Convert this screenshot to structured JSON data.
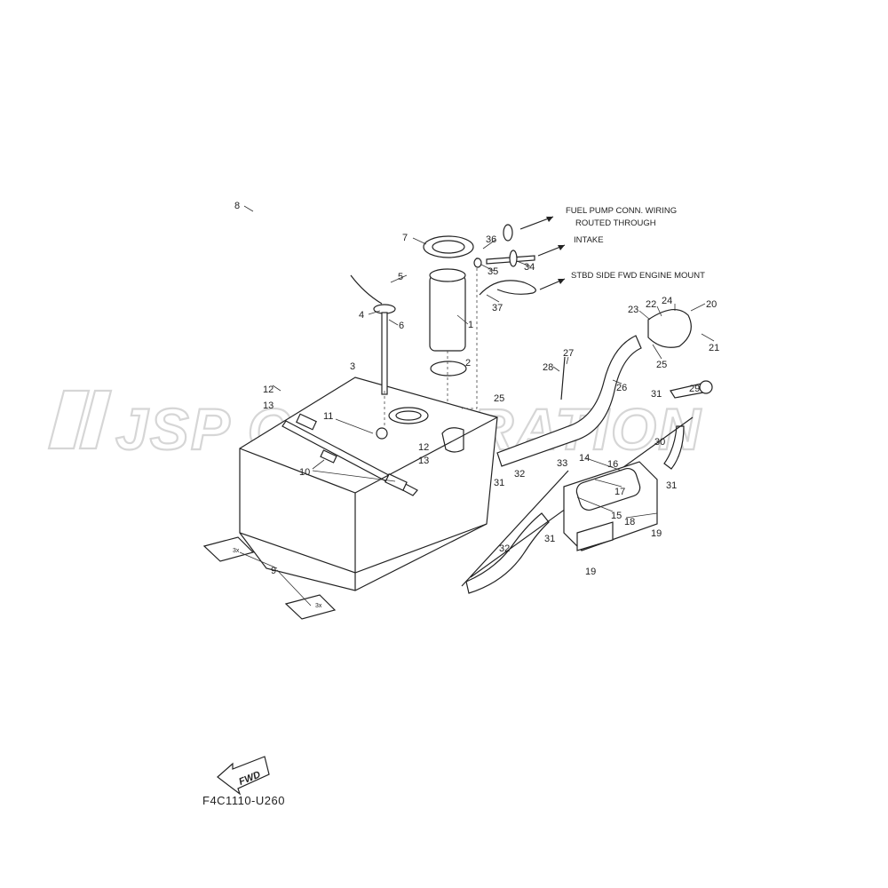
{
  "watermark": "JSP CORPORATION",
  "notes": {
    "fuel_pump_line1": "FUEL PUMP CONN. WIRING",
    "fuel_pump_line2": "ROUTED THROUGH",
    "intake": "INTAKE",
    "engine_mount": "STBD SIDE FWD ENGINE MOUNT"
  },
  "fwd_label": "FWD",
  "diagram_code": "F4C1110-U260",
  "qty_label": "3x",
  "callouts": [
    "1",
    "2",
    "3",
    "4",
    "5",
    "6",
    "7",
    "8",
    "9",
    "10",
    "11",
    "12",
    "13",
    "14",
    "15",
    "16",
    "17",
    "18",
    "19",
    "20",
    "21",
    "22",
    "23",
    "24",
    "25",
    "26",
    "27",
    "28",
    "29",
    "30",
    "31",
    "32",
    "33",
    "34",
    "35",
    "36",
    "37"
  ]
}
